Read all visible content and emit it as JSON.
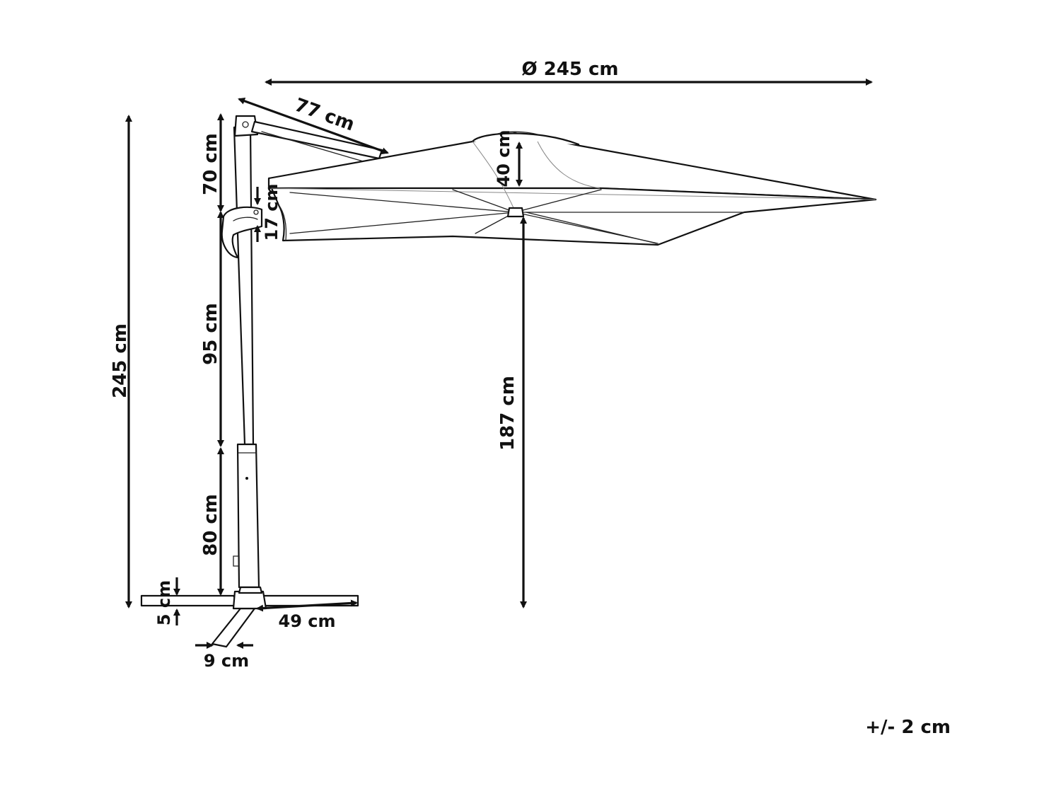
{
  "dimensions": {
    "canopy_diameter": "Ø 245 cm",
    "arm_length": "77 cm",
    "pole_top": "70 cm",
    "pole_middle": "95 cm",
    "pole_bottom": "80 cm",
    "total_height": "245 cm",
    "crank_gap": "17 cm",
    "canopy_height": "40 cm",
    "clearance_height": "187 cm",
    "base_thickness": "5 cm",
    "base_leg": "49 cm",
    "base_width": "9 cm"
  },
  "tolerance": "+/- 2 cm"
}
